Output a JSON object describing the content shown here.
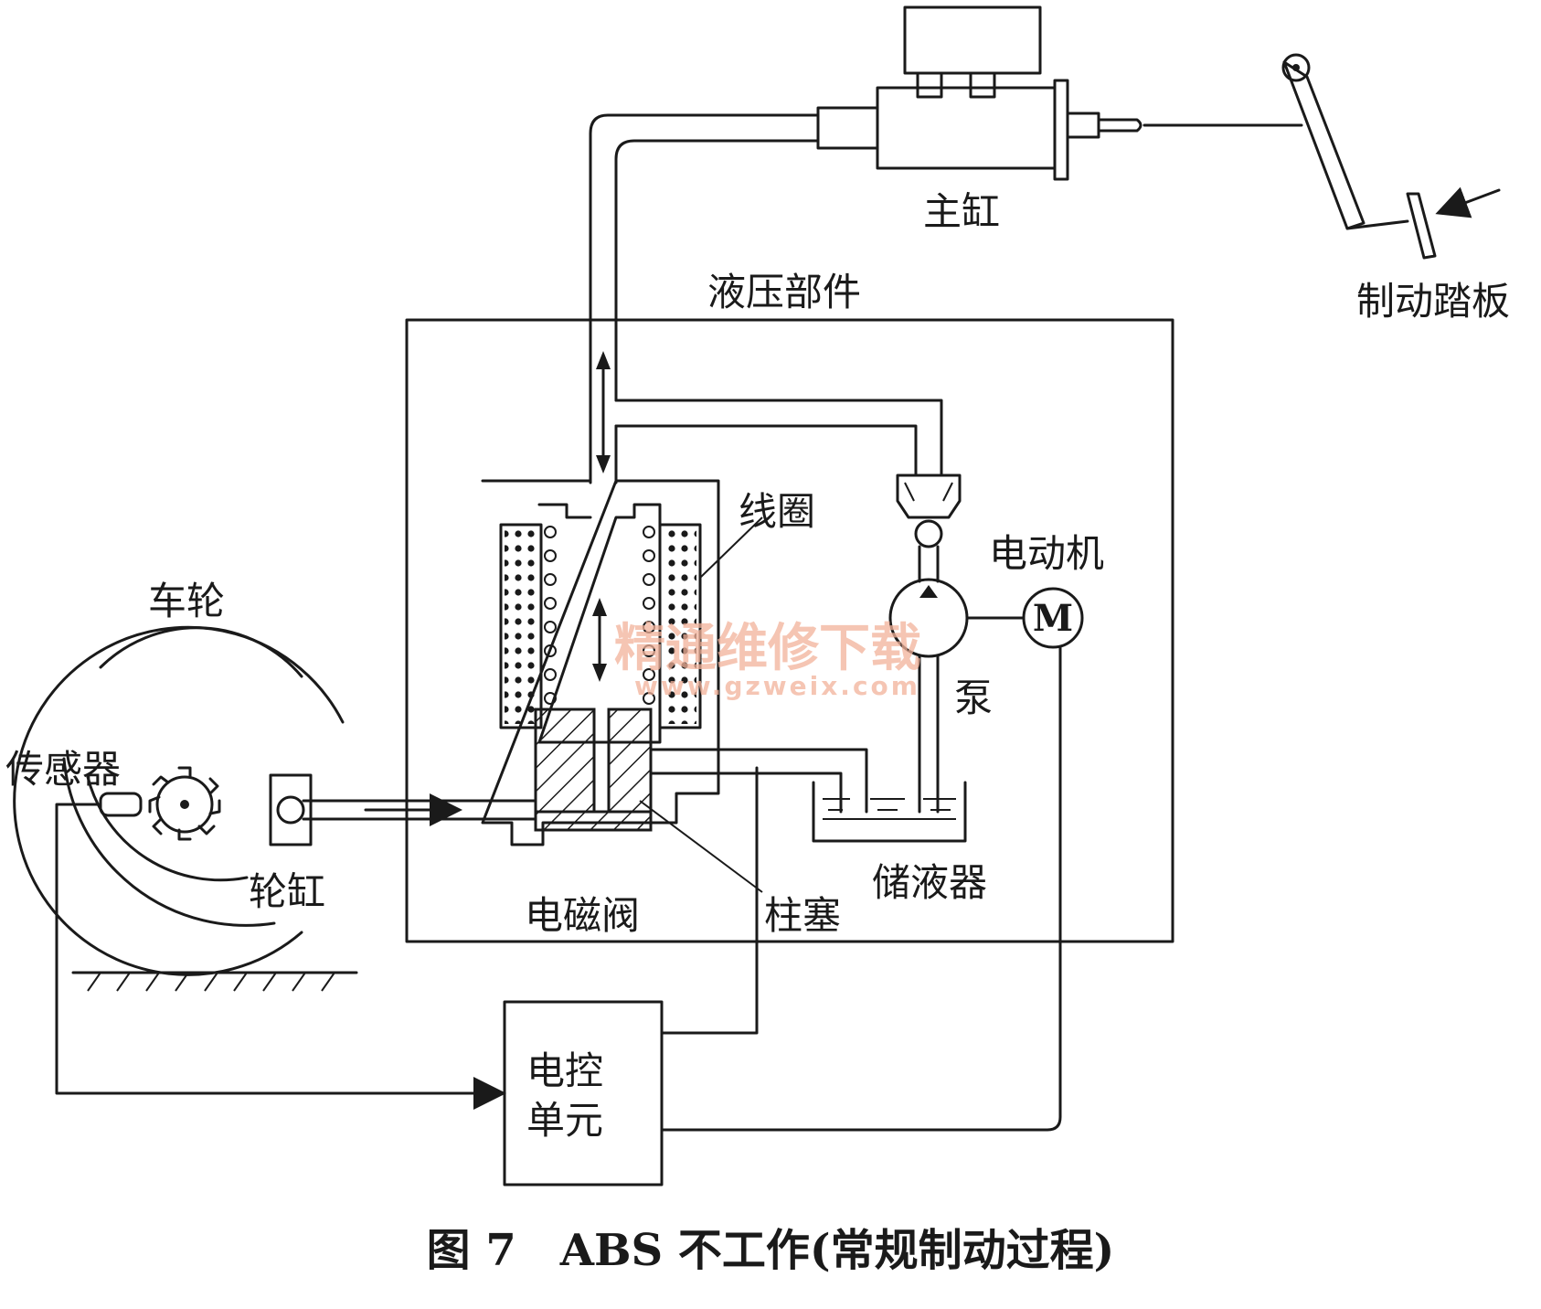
{
  "labels": {
    "master_cylinder": "主缸",
    "brake_pedal": "制动踏板",
    "hydraulic_unit": "液压部件",
    "coil": "线圈",
    "electric_motor": "电动机",
    "motor_symbol": "M",
    "pump": "泵",
    "wheel": "车轮",
    "sensor": "传感器",
    "wheel_cylinder": "轮缸",
    "solenoid_valve": "电磁阀",
    "plunger": "柱塞",
    "reservoir": "储液器",
    "ecu_line1": "电控",
    "ecu_line2": "单元"
  },
  "caption": "图 7　ABS 不工作(常规制动过程)",
  "watermark": {
    "text": "精通维修下载",
    "url": "www.gzweix.com"
  },
  "colors": {
    "ink": "#1a1a1a",
    "watermark": "#f2b29a"
  }
}
